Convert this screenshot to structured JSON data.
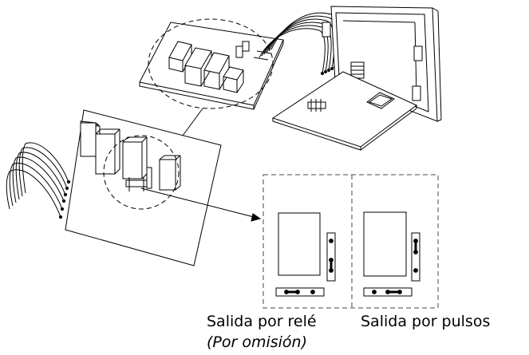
{
  "captions": {
    "relay_output": "Salida por relé",
    "pulse_output": "Salida por pulsos",
    "default_note": "(Por omisión)"
  },
  "colors": {
    "line": "#000000",
    "background": "#ffffff",
    "dashed": "#444444"
  }
}
